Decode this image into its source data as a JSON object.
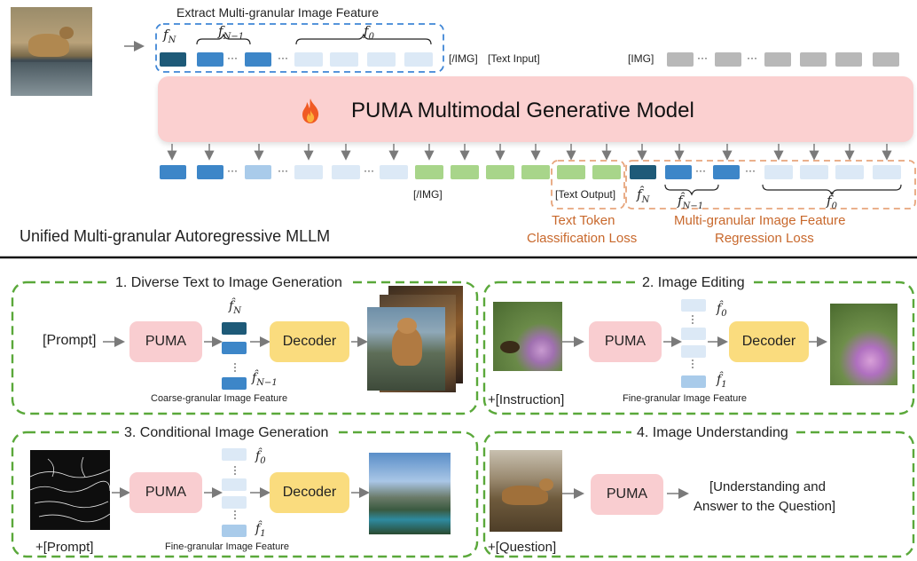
{
  "top": {
    "extract_title": "Extract Multi-granular Image Feature",
    "f_n": "f",
    "f_n_sub": "N",
    "f_n1": "f",
    "f_n1_sub": "N−1",
    "f_0": "f",
    "f_0_sub": "0",
    "img_end_label": "[/IMG]",
    "text_input_label": "[Text  Input]",
    "img_label": "[IMG]",
    "model_title": "PUMA Multimodal Generative Model",
    "fire_icon": "fire-icon",
    "out_img_end_label": "[/IMG]",
    "text_output_label": "[Text Output]",
    "hat_f_n": "f̂",
    "hat_f_n_sub": "N",
    "hat_f_n1": "f̂",
    "hat_f_n1_sub": "N−1",
    "hat_f_0": "f̂",
    "hat_f_0_sub": "0",
    "loss_text_1": "Text Token",
    "loss_text_2": "Classification Loss",
    "loss_img_1": "Multi-granular Image Feature",
    "loss_img_2": "Regression Loss",
    "mllm_title": "Unified Multi-granular Autoregressive MLLM",
    "dots": "···"
  },
  "panels": {
    "p1": {
      "title": "1. Diverse Text to Image Generation",
      "input": "[Prompt]",
      "model": "PUMA",
      "decoder": "Decoder",
      "feat_top": "f̂",
      "feat_top_sub": "N",
      "feat_bot": "f̂",
      "feat_bot_sub": "N−1",
      "caption": "Coarse-granular Image Feature"
    },
    "p2": {
      "title": "2. Image Editing",
      "input": "+[Instruction]",
      "model": "PUMA",
      "decoder": "Decoder",
      "feat_top": "f̂",
      "feat_top_sub": "0",
      "feat_bot": "f̂",
      "feat_bot_sub": "1",
      "caption": "Fine-granular Image Feature"
    },
    "p3": {
      "title": "3. Conditional Image Generation",
      "input": "+[Prompt]",
      "model": "PUMA",
      "decoder": "Decoder",
      "feat_top": "f̂",
      "feat_top_sub": "0",
      "feat_bot": "f̂",
      "feat_bot_sub": "1",
      "caption": "Fine-granular Image Feature"
    },
    "p4": {
      "title": "4. Image Understanding",
      "input": "+[Question]",
      "model": "PUMA",
      "answer_1": "[Understanding and",
      "answer_2": "Answer to the Question]"
    }
  },
  "colors": {
    "dark_blue": "#1e5a78",
    "mid_blue": "#3d86c8",
    "light_blue": "#a9cbea",
    "pale_blue": "#dce9f6",
    "green_token": "#a8d58a",
    "gray_token": "#b8b8b8",
    "model_pink": "#fbd0d0",
    "dashed_blue": "#3f86d6",
    "dashed_orange": "#e7a57c",
    "dashed_green": "#5aa83a",
    "loss_orange": "#c8682c"
  }
}
